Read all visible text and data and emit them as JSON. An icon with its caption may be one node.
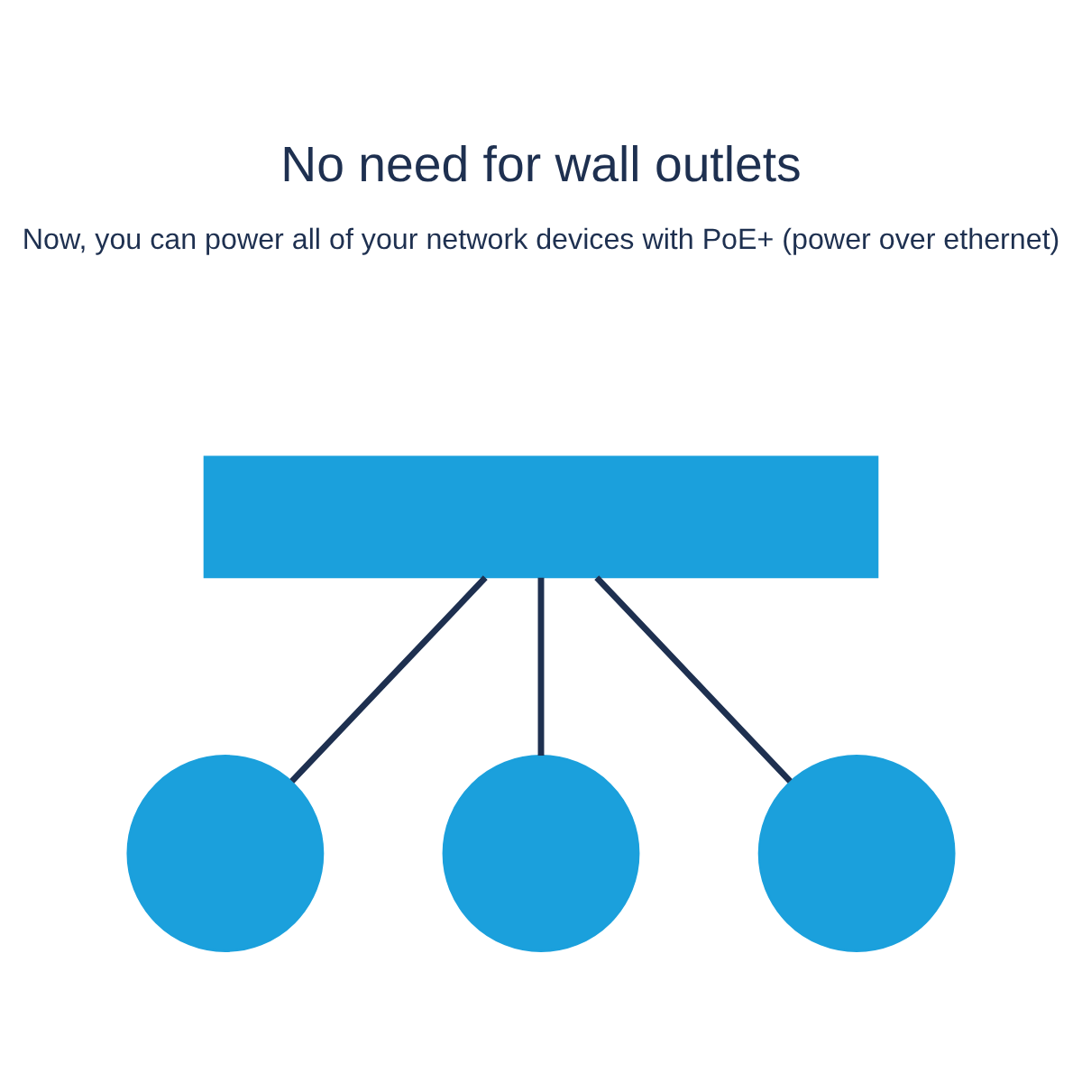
{
  "diagram": {
    "title": "No need for wall outlets",
    "nodes": [
      {
        "text": [],
        "shape": "box"
      },
      {
        "text": [],
        "shape": "circle"
      },
      {
        "text": [],
        "shape": "circle"
      },
      {
        "text": [],
        "shape": "circle"
      }
    ],
    "edges": [
      {
        "from": 0,
        "to": 1,
        "arrow": "none"
      },
      {
        "from": 0,
        "to": 2,
        "arrow": "none"
      },
      {
        "from": 0,
        "to": 3,
        "arrow": "none"
      }
    ],
    "labels": [
      "Now, you can power all of your network devices with PoE+ (power over ethernet)"
    ]
  }
}
